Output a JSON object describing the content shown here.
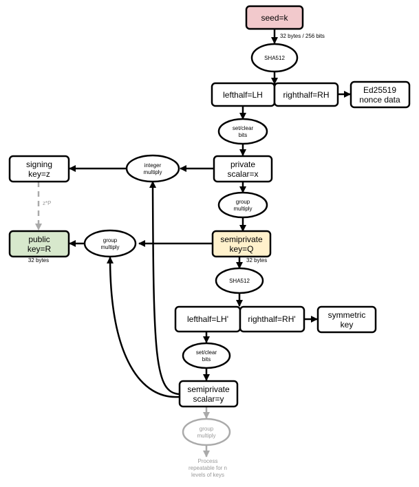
{
  "nodes": {
    "seed": [
      "seed=k"
    ],
    "sha512_1": [
      "SHA512"
    ],
    "lefthalf_1": [
      "lefthalf=LH"
    ],
    "righthalf_1": [
      "righthalf=RH"
    ],
    "nonce": [
      "Ed25519",
      "nonce data"
    ],
    "setclear_1": [
      "set/clear",
      "bits"
    ],
    "private_scalar": [
      "private",
      "scalar=x"
    ],
    "integer_multiply": [
      "integer",
      "multiply"
    ],
    "signing_key": [
      "signing",
      "key=z"
    ],
    "group_multiply_1": [
      "group",
      "multiply"
    ],
    "public_key": [
      "public",
      "key=R"
    ],
    "group_multiply_2": [
      "group",
      "multiply"
    ],
    "semiprivate_key": [
      "semiprivate",
      "key=Q"
    ],
    "sha512_2": [
      "SHA512"
    ],
    "lefthalf_2": [
      "lefthalf=LH'"
    ],
    "righthalf_2": [
      "righthalf=RH'"
    ],
    "symmetric_key": [
      "symmetric",
      "key"
    ],
    "setclear_2": [
      "set/clear",
      "bits"
    ],
    "semiprivate_scalar": [
      "semiprivate",
      "scalar=y"
    ],
    "group_multiply_3": [
      "group",
      "multiply"
    ],
    "process_note": [
      "Process",
      "repeatable for n",
      "levels of keys"
    ]
  },
  "edge_labels": {
    "seed_bytes": "32 bytes / 256 bits",
    "zp": "z*P",
    "public_bytes": "32 bytes",
    "semiprivate_bytes": "32 bytes"
  },
  "colors": {
    "seed_fill": "#f2c9cc",
    "public_fill": "#d7e8cc",
    "semiprivate_fill": "#fff1cc",
    "faded": "#aaaaaa"
  }
}
